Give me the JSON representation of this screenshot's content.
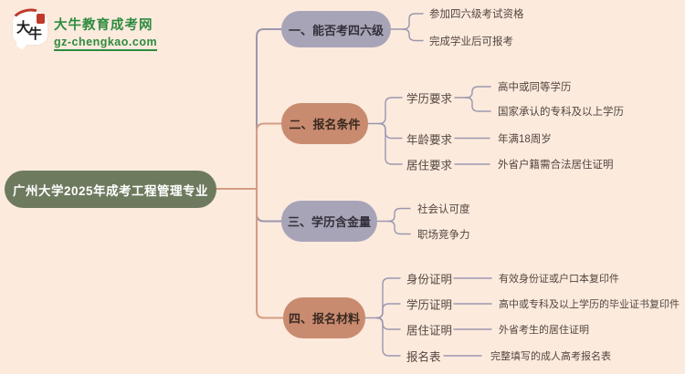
{
  "logo": {
    "char1": "大",
    "char2": "牛",
    "title": "大牛教育成考网",
    "domain": "gz-chengkao.com"
  },
  "root": {
    "label": "广州大学2025年成考工程管理专业"
  },
  "branches": [
    {
      "label": "一、能否考四六级",
      "children": [
        {
          "label": "参加四六级考试资格"
        },
        {
          "label": "完成学业后可报考"
        }
      ]
    },
    {
      "label": "二、报名条件",
      "children": [
        {
          "label": "学历要求",
          "children": [
            {
              "label": "高中或同等学历"
            },
            {
              "label": "国家承认的专科及以上学历"
            }
          ]
        },
        {
          "label": "年龄要求",
          "children": [
            {
              "label": "年满18周岁"
            }
          ]
        },
        {
          "label": "居住要求",
          "children": [
            {
              "label": "外省户籍需合法居住证明"
            }
          ]
        }
      ]
    },
    {
      "label": "三、学历含金量",
      "children": [
        {
          "label": "社会认可度"
        },
        {
          "label": "职场竞争力"
        }
      ]
    },
    {
      "label": "四、报名材料",
      "children": [
        {
          "label": "身份证明",
          "children": [
            {
              "label": "有效身份证或户口本复印件"
            }
          ]
        },
        {
          "label": "学历证明",
          "children": [
            {
              "label": "高中或专科及以上学历的毕业证书复印件"
            }
          ]
        },
        {
          "label": "居住证明",
          "children": [
            {
              "label": "外省考生的居住证明"
            }
          ]
        },
        {
          "label": "报名表",
          "children": [
            {
              "label": "完整填写的成人高考报名表"
            }
          ]
        }
      ]
    }
  ],
  "colors": {
    "background": "#fceadd",
    "root_node": "#6e7a5e",
    "branch_purple": "#a8a4b8",
    "branch_salmon": "#c98b70",
    "line_gray": "#9b97ae",
    "line_salmon": "#d49c83",
    "text_dark": "#52463f",
    "logo_green": "#2e8b3f",
    "seal_red": "#c0392b"
  }
}
